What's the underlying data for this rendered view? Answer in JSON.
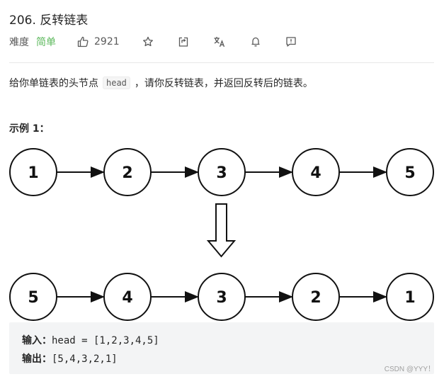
{
  "problem": {
    "title": "206. 反转链表",
    "difficulty_label": "难度",
    "difficulty": "简单",
    "likes": "2921"
  },
  "toolbar": {
    "icons": [
      "thumb-up-icon",
      "star-icon",
      "share-icon",
      "translate-icon",
      "bell-icon",
      "feedback-icon"
    ]
  },
  "description": {
    "before": "给你单链表的头节点",
    "code": "head",
    "after": "，请你反转链表，并返回反转后的链表。"
  },
  "example": {
    "title": "示例 1：",
    "before_list": [
      "1",
      "2",
      "3",
      "4",
      "5"
    ],
    "after_list": [
      "5",
      "4",
      "3",
      "2",
      "1"
    ],
    "input_label": "输入：",
    "input_value": "head = [1,2,3,4,5]",
    "output_label": "输出：",
    "output_value": "[5,4,3,2,1]"
  },
  "watermark": "CSDN @YYY！",
  "colors": {
    "easy": "#5cb85c",
    "text": "#262626",
    "io_bg": "#f3f4f5"
  }
}
